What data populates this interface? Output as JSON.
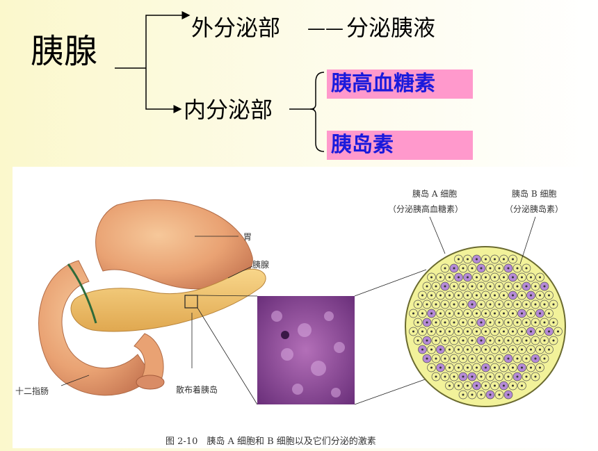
{
  "header": {
    "title": "胰腺",
    "exocrine": "外分泌部",
    "dash": "——",
    "exocrine_product": "分泌胰液",
    "endocrine": "内分泌部",
    "hormone_1": "胰高血糖素",
    "hormone_2": "胰岛素"
  },
  "figure": {
    "label_stomach": "胃",
    "label_pancreas": "胰腺",
    "label_duodenum": "十二指肠",
    "label_islets": "散布着胰岛",
    "label_a_cell": "胰岛 A 细胞",
    "label_a_cell_note": "（分泌胰高血糖素）",
    "label_b_cell": "胰岛 B 细胞",
    "label_b_cell_note": "（分泌胰岛素）",
    "caption": "图 2-10　胰岛 A 细胞和 B 细胞以及它们分泌的激素"
  },
  "colors": {
    "highlight_bg": "#ff99cc",
    "highlight_text": "#1a1adc",
    "cell_yellow": "#f2f29a",
    "cell_purple": "#b58ad6"
  }
}
